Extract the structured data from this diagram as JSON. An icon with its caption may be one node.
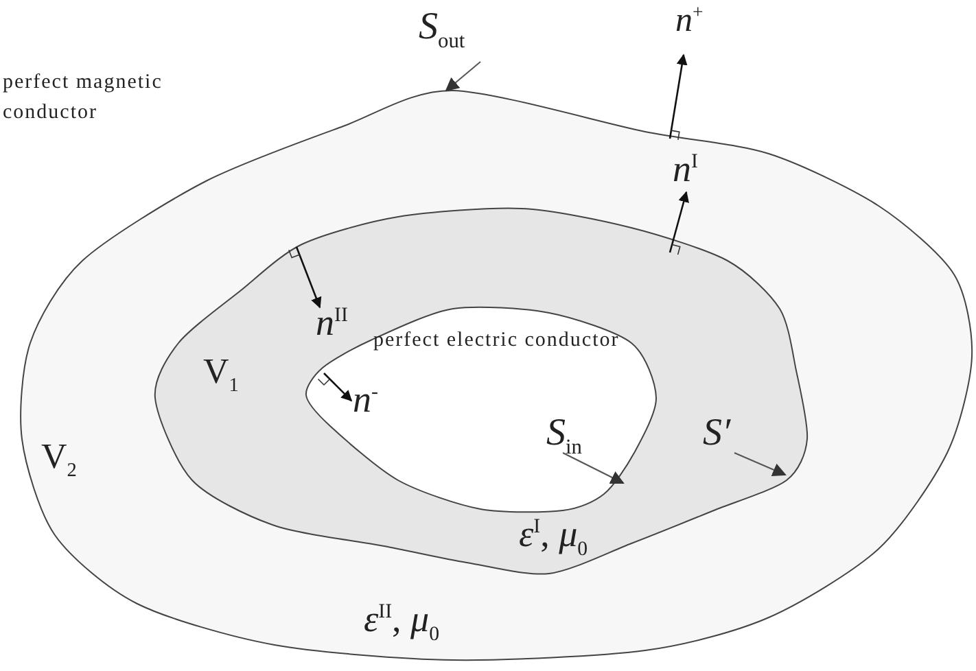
{
  "diagram": {
    "nodes": [
      {
        "text": [
          "V$_{2}$",
          "*ε*$^{II}$,  *μ*$_{0}$"
        ]
      },
      {
        "text": [
          "V$_{1}$",
          "*ε*$^{I}$,  *μ*$_{0}$"
        ],
        "in": 0
      },
      {
        "text": [
          "perfect electric conductor"
        ],
        "in": 1
      },
      {
        "text": [
          "*S*$_{out}$"
        ]
      },
      {
        "text": [
          "*S*$_{in}$"
        ],
        "in": 2
      },
      {
        "text": [
          "*S′*"
        ],
        "in": 1
      }
    ],
    "edges": [
      {
        "from": 3,
        "to": 0,
        "arrow": "to"
      },
      {
        "from": 4,
        "to": 2,
        "arrow": "to"
      },
      {
        "from": 5,
        "to": 1,
        "arrow": "to"
      }
    ],
    "labels": [
      "perfect magnetic conductor",
      "*n*$^{+}$",
      "*n*$^{I}$",
      "*n*$^{II}$",
      "*n*$^{-}$"
    ]
  }
}
